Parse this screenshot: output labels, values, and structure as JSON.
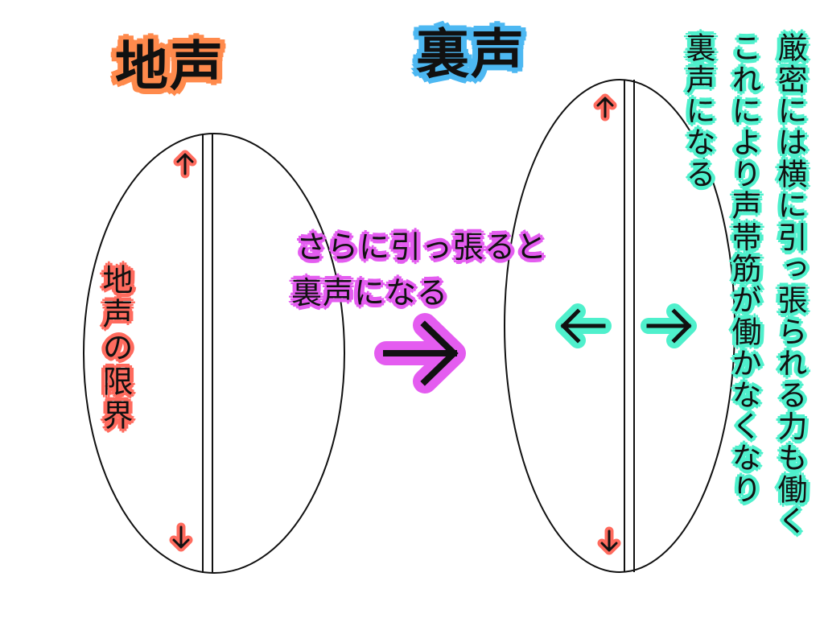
{
  "titles": {
    "chest_voice": "地声",
    "head_voice": "裏声"
  },
  "left_diagram": {
    "label_vertical": "地声の限界",
    "up_arrow": "up-arrow",
    "down_arrow": "down-arrow"
  },
  "middle": {
    "line1": "さらに引っ張ると",
    "line2": "裏声になる",
    "arrow": "right-arrow"
  },
  "right_diagram": {
    "up_arrow": "up-arrow",
    "down_arrow": "down-arrow",
    "left_arrow": "left-arrow",
    "right_arrow": "right-arrow"
  },
  "note": {
    "col1": "厳密には横に引っ張られる力も働く",
    "col2": "これにより声帯筋が働かなくなり",
    "col3": "裏声になる"
  },
  "colors": {
    "orange": "#ff8a4c",
    "blue": "#4db8f2",
    "red": "#ff6b5e",
    "magenta": "#e45cf0",
    "teal": "#4ff0cc",
    "ink": "#111111"
  }
}
